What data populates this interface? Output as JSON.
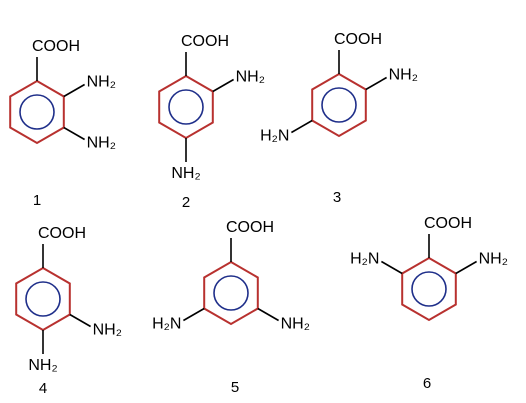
{
  "molecules": [
    {
      "number": "1",
      "substituents": [
        {
          "pos": 0,
          "label": "COOH"
        },
        {
          "pos": 1,
          "label": "NH₂"
        },
        {
          "pos": 2,
          "label": "NH₂"
        }
      ]
    },
    {
      "number": "2",
      "substituents": [
        {
          "pos": 0,
          "label": "COOH"
        },
        {
          "pos": 1,
          "label": "NH₂"
        },
        {
          "pos": 3,
          "label": "NH₂"
        }
      ]
    },
    {
      "number": "3",
      "substituents": [
        {
          "pos": 0,
          "label": "COOH"
        },
        {
          "pos": 1,
          "label": "NH₂"
        },
        {
          "pos": 4,
          "label": "H₂N"
        }
      ]
    },
    {
      "number": "4",
      "substituents": [
        {
          "pos": 0,
          "label": "COOH"
        },
        {
          "pos": 2,
          "label": "NH₂"
        },
        {
          "pos": 3,
          "label": "NH₂"
        }
      ]
    },
    {
      "number": "5",
      "substituents": [
        {
          "pos": 0,
          "label": "COOH"
        },
        {
          "pos": 2,
          "label": "NH₂"
        },
        {
          "pos": 4,
          "label": "H₂N"
        }
      ]
    },
    {
      "number": "6",
      "substituents": [
        {
          "pos": 0,
          "label": "COOH"
        },
        {
          "pos": 1,
          "label": "NH₂"
        },
        {
          "pos": 5,
          "label": "H₂N"
        }
      ]
    }
  ],
  "colors": {
    "ring": "#b8312f",
    "aromatic_circle": "#1f2f8a",
    "bond": "#000000"
  }
}
